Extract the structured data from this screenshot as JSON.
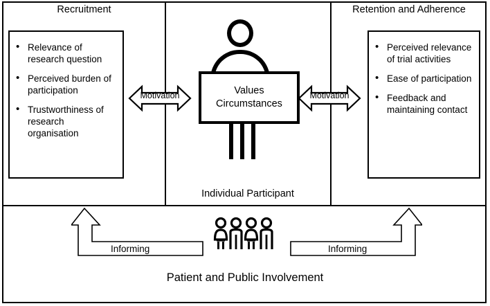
{
  "diagram": {
    "title_left": "Recruitment",
    "title_right": "Retention and Adherence",
    "center_label": "Individual Participant",
    "footer_label": "Patient and Public Involvement",
    "center_box_line1": "Values",
    "center_box_line2": "Circumstances",
    "arrow_left_label": "Motivation",
    "arrow_right_label": "Motivation",
    "informing_left_label": "Informing",
    "informing_right_label": "Informing",
    "left_items": [
      "Relevance of research question",
      "Perceived burden of participation",
      "Trustworthiness of research organisation"
    ],
    "right_items": [
      "Perceived relevance of trial activities",
      "Ease of participation",
      "Feedback and maintaining contact"
    ],
    "colors": {
      "stroke": "#000000",
      "background": "#ffffff"
    },
    "icons": {
      "participant": "person-figure-icon",
      "ppi_group": "people-group-icon",
      "motivation_arrow": "double-headed-arrow-icon",
      "informing_arrow": "bent-up-arrow-icon"
    }
  }
}
